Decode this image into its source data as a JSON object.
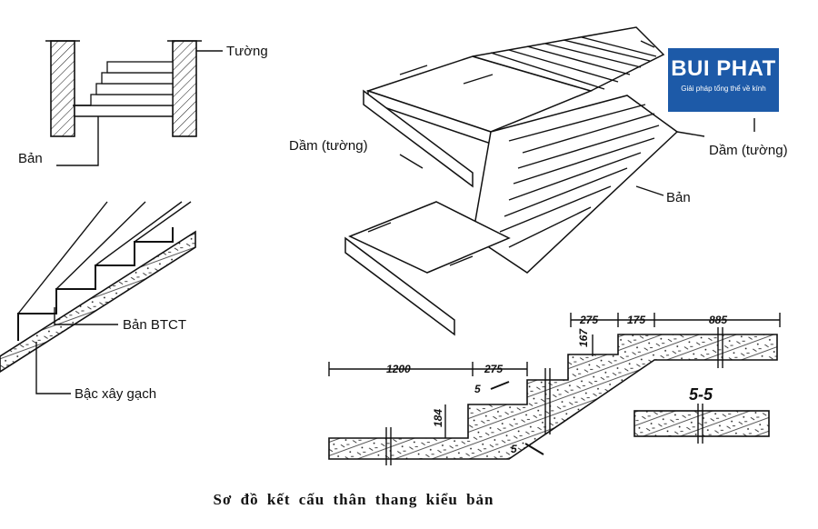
{
  "labels": {
    "tuong": "Tường",
    "ban_top": "Bản",
    "ban_btct": "Bản BTCT",
    "bac_xay_gach": "Bậc xây gạch",
    "dam_tuong_left": "Dầm (tường)",
    "dam_tuong_right": "Dầm (tường)",
    "ban_right": "Bản"
  },
  "dimensions": {
    "d1200": "1200",
    "d275a": "275",
    "d275b": "275",
    "d175": "175",
    "d885": "885",
    "d167": "167",
    "d184": "184",
    "cut_a": "5",
    "cut_b": "5",
    "section": "5-5"
  },
  "logo": {
    "name": "BUI PHAT",
    "tagline": "Giải pháp tổng thể về kính"
  },
  "caption": "Sơ đồ kết cấu thân thang kiểu bản"
}
